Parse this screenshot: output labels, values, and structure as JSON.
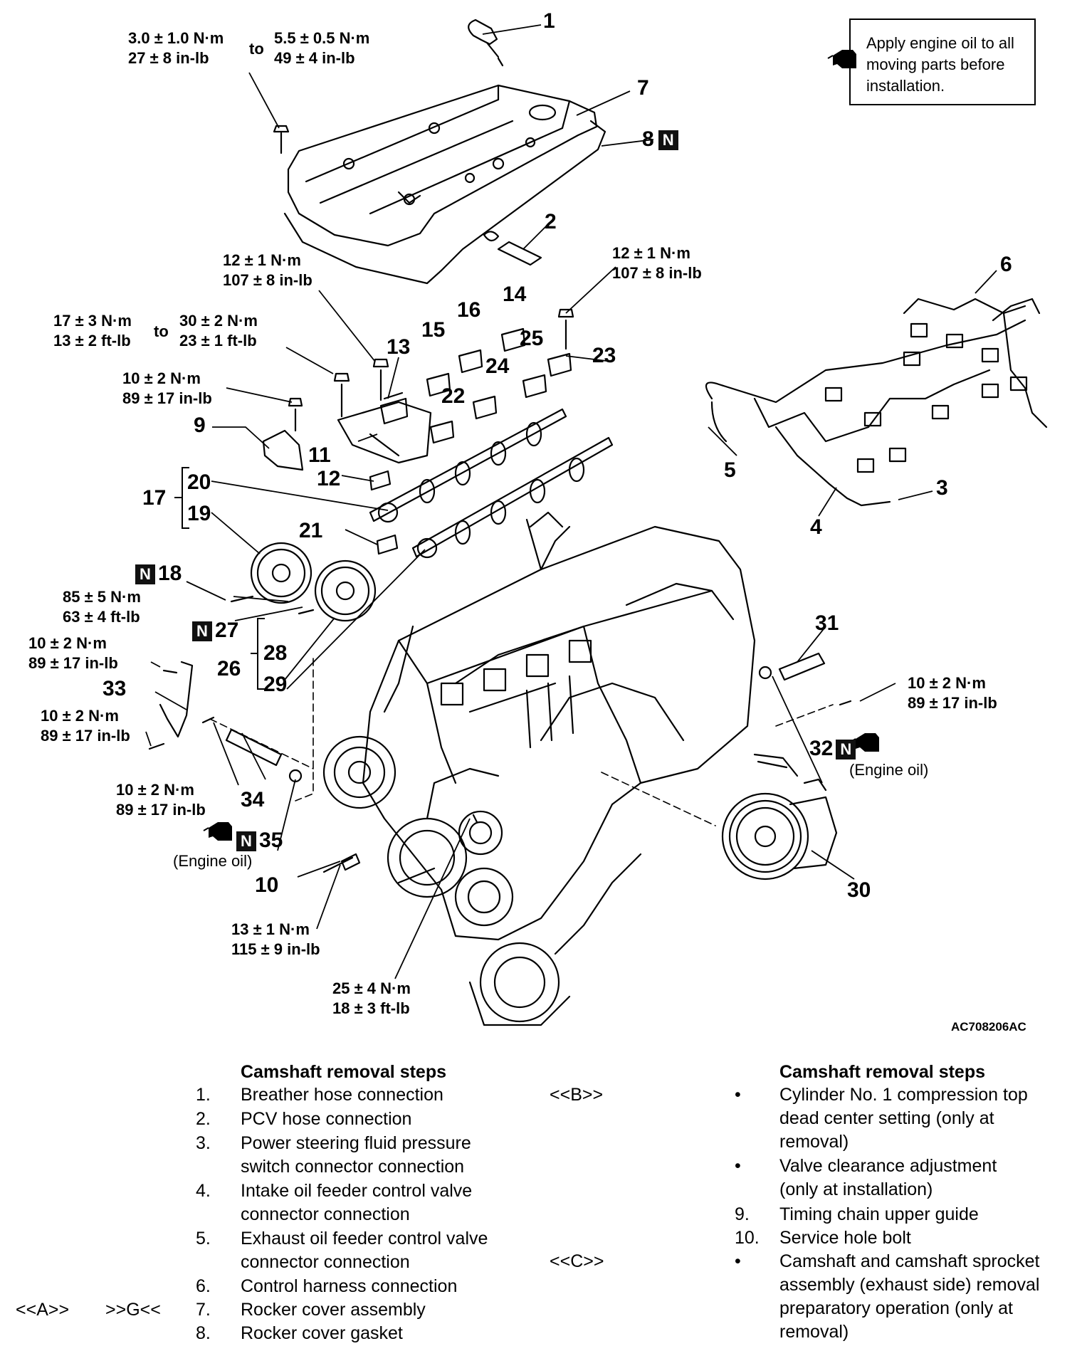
{
  "note": {
    "text": "Apply engine oil to all moving parts before installation.",
    "lines": [
      "Apply engine oil to all",
      "moving parts before",
      "installation."
    ],
    "icon": "oil-can-icon"
  },
  "figure_code": "AC708206AC",
  "callouts": {
    "c1": "1",
    "c2": "2",
    "c3": "3",
    "c4": "4",
    "c5": "5",
    "c6": "6",
    "c7": "7",
    "c8": "8",
    "c9": "9",
    "c10": "10",
    "c11": "11",
    "c12": "12",
    "c13": "13",
    "c14": "14",
    "c15": "15",
    "c16": "16",
    "c17": "17",
    "c18": "18",
    "c19": "19",
    "c20": "20",
    "c21": "21",
    "c22": "22",
    "c23": "23",
    "c24": "24",
    "c25": "25",
    "c26": "26",
    "c27": "27",
    "c28": "28",
    "c29": "29",
    "c30": "30",
    "c31": "31",
    "c32": "32",
    "c33": "33",
    "c34": "34",
    "c35": "35"
  },
  "n_mark": "N",
  "torques": {
    "t_cover_a1": "3.0 ± 1.0 N·m",
    "t_cover_a2": "27 ± 8 in-lb",
    "t_to1": "to",
    "t_cover_b1": "5.5 ± 0.5 N·m",
    "t_cover_b2": "49 ± 4 in-lb",
    "t_cap_l1": "12 ± 1 N·m",
    "t_cap_l2": "107 ± 8 in-lb",
    "t_cap_r1": "12 ± 1 N·m",
    "t_cap_r2": "107 ± 8 in-lb",
    "t_frame_a1": "17 ± 3 N·m",
    "t_frame_a2": "13 ± 2 ft-lb",
    "t_to2": "to",
    "t_frame_b1": "30 ± 2 N·m",
    "t_frame_b2": "23 ± 1 ft-lb",
    "t_guide1": "10 ± 2 N·m",
    "t_guide2": "89 ± 17 in-lb",
    "t_sprocket1": "85 ± 5 N·m",
    "t_sprocket2": "63 ± 4 ft-lb",
    "t_bracket_a1": "10 ± 2 N·m",
    "t_bracket_a2": "89 ± 17 in-lb",
    "t_bracket_b1": "10 ± 2 N·m",
    "t_bracket_b2": "89 ± 17 in-lb",
    "t_valve_l1": "10 ± 2 N·m",
    "t_valve_l2": "89 ± 17 in-lb",
    "t_valve_r1": "10 ± 2 N·m",
    "t_valve_r2": "89 ± 17 in-lb",
    "t_hole1": "13 ± 1 N·m",
    "t_hole2": "115 ± 9 in-lb",
    "t_crank1": "25 ± 4 N·m",
    "t_crank2": "18 ± 3 ft-lb"
  },
  "engine_oil_label": "(Engine oil)",
  "steps_left": {
    "heading": "Camshaft removal steps",
    "items": [
      {
        "num": "1.",
        "lines": [
          "Breather hose connection"
        ]
      },
      {
        "num": "2.",
        "lines": [
          "PCV hose connection"
        ]
      },
      {
        "num": "3.",
        "lines": [
          "Power steering fluid pressure",
          "switch connector connection"
        ]
      },
      {
        "num": "4.",
        "lines": [
          "Intake oil feeder control valve",
          "connector connection"
        ]
      },
      {
        "num": "5.",
        "lines": [
          "Exhaust oil feeder control valve",
          "connector connection"
        ]
      },
      {
        "num": "6.",
        "lines": [
          "Control harness connection"
        ]
      },
      {
        "num": "7.",
        "lines": [
          "Rocker cover assembly"
        ],
        "ref_removal": "<<A>>",
        "ref_install": ">>G<<"
      },
      {
        "num": "8.",
        "lines": [
          "Rocker cover gasket"
        ]
      }
    ]
  },
  "steps_right": {
    "heading": "Camshaft removal steps",
    "items": [
      {
        "num": "•",
        "ref": "<<B>>",
        "lines": [
          "Cylinder No. 1 compression top",
          "dead center setting (only at",
          "removal)"
        ]
      },
      {
        "num": "•",
        "lines": [
          "Valve clearance adjustment",
          "(only at installation)"
        ]
      },
      {
        "num": "9.",
        "lines": [
          "Timing chain upper guide"
        ]
      },
      {
        "num": "10.",
        "lines": [
          "Service hole bolt"
        ]
      },
      {
        "num": "•",
        "ref": "<<C>>",
        "lines": [
          "Camshaft and camshaft sprocket",
          "assembly (exhaust side) removal",
          "preparatory operation (only at",
          "removal)"
        ]
      }
    ]
  }
}
